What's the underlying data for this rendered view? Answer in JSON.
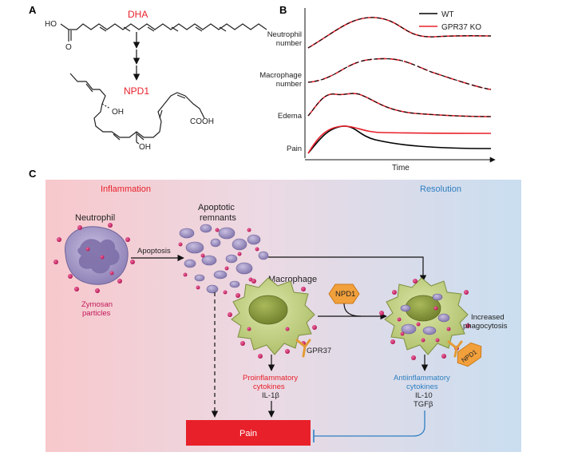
{
  "panels": {
    "a": {
      "label": "A",
      "precursor": "DHA",
      "product": "NPD1",
      "group_ho": "HO",
      "group_o": "O",
      "group_oh1": "OH",
      "group_oh2": "OH",
      "group_cooh": "COOH"
    },
    "b": {
      "label": "B",
      "legend": [
        "WT",
        "GPR37 KO"
      ],
      "rows": [
        {
          "label1": "Neutrophil",
          "label2": "number"
        },
        {
          "label1": "Macrophage",
          "label2": "number"
        },
        {
          "label1": "Edema",
          "label2": ""
        },
        {
          "label1": "Pain",
          "label2": ""
        }
      ],
      "xlabel": "Time"
    },
    "c": {
      "label": "C",
      "inflammation": "Inflammation",
      "resolution": "Resolution",
      "neutrophil": "Neutrophil",
      "zymosan1": "Zymosan",
      "zymosan2": "particles",
      "apoptosis": "Apoptosis",
      "remnants1": "Apoptotic",
      "remnants2": "remnants",
      "macrophage": "Macrophage",
      "npd1": "NPD1",
      "npd1_bound": "NPD1",
      "receptor": "GPR37",
      "increased1": "Increased",
      "increased2": "phagocytosis",
      "pro1": "Proinflammatory",
      "pro2": "cytokines",
      "pro3": "IL-1β",
      "anti1": "Antiinflammatory",
      "anti2": "cytokines",
      "anti3": "IL-10",
      "anti4": "TGFβ",
      "pain": "Pain"
    }
  },
  "colors": {
    "red": "#e8212b",
    "blue": "#2f7fc0",
    "magenta": "#c2185b",
    "npd1_orange": "#f2a03b",
    "neutrophil_purple": "#9d8fc0",
    "macrophage_green": "#b9c97a",
    "pain_box": "#e8202a"
  }
}
